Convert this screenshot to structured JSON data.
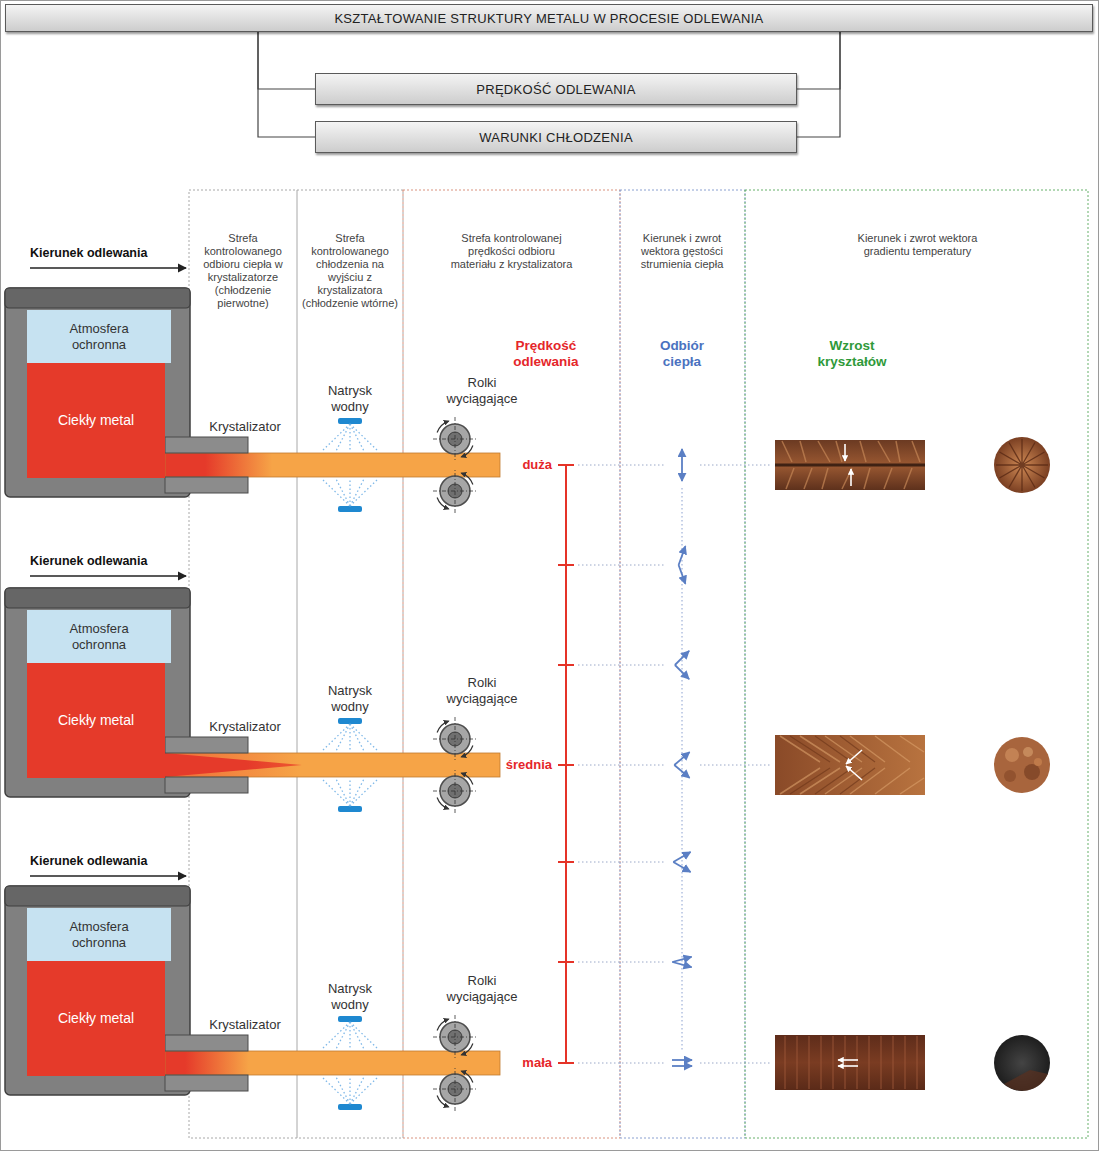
{
  "diagram": {
    "nodes": [
      {
        "text": [
          "KSZTAŁTOWANIE STRUKTURY METALU W PROCESIE ODLEWANIA"
        ]
      },
      {
        "text": [
          "PRĘDKOŚĆ ODLEWANIA"
        ]
      },
      {
        "text": [
          "WARUNKI CHŁODZENIA"
        ]
      },
      {
        "text": [
          "Atmosfera ochronna"
        ]
      },
      {
        "text": [
          "Ciekły metal"
        ]
      },
      {
        "text": [
          "Atmosfera ochronna"
        ]
      },
      {
        "text": [
          "Ciekły metal"
        ]
      },
      {
        "text": [
          "Atmosfera ochronna"
        ]
      },
      {
        "text": [
          "Ciekły metal"
        ]
      }
    ],
    "edges": [
      {
        "from": 0,
        "to": 1,
        "arrow": "none"
      },
      {
        "from": 0,
        "to": 2,
        "arrow": "none"
      }
    ],
    "labels": [
      "Kierunek odlewania",
      "Strefa kontrolowanego odbioru ciepła w krystalizatorze (chłodzenie pierwotne)",
      "Strefa kontrolowanego chłodzenia na wyjściu z krystalizatora (chłodzenie wtórne)",
      "Strefa kontrolowanej prędkości odbioru materiału z krystalizatora",
      "Kierunek i zwrot wektora gęstości strumienia ciepła",
      "Kierunek i zwrot wektora gradientu temperatury",
      "Natrysk wodny",
      "Rolki wyciągające",
      "Prędkość odlewania",
      "Odbiór ciepła",
      "Wzrost kryształów",
      "Krystalizator",
      "duża",
      "Kierunek odlewania",
      "Natrysk wodny",
      "Rolki wyciągające",
      "Krystalizator",
      "średnia",
      "Kierunek odlewania",
      "Natrysk wodny",
      "Rolki wyciągające",
      "Krystalizator",
      "mała"
    ]
  }
}
